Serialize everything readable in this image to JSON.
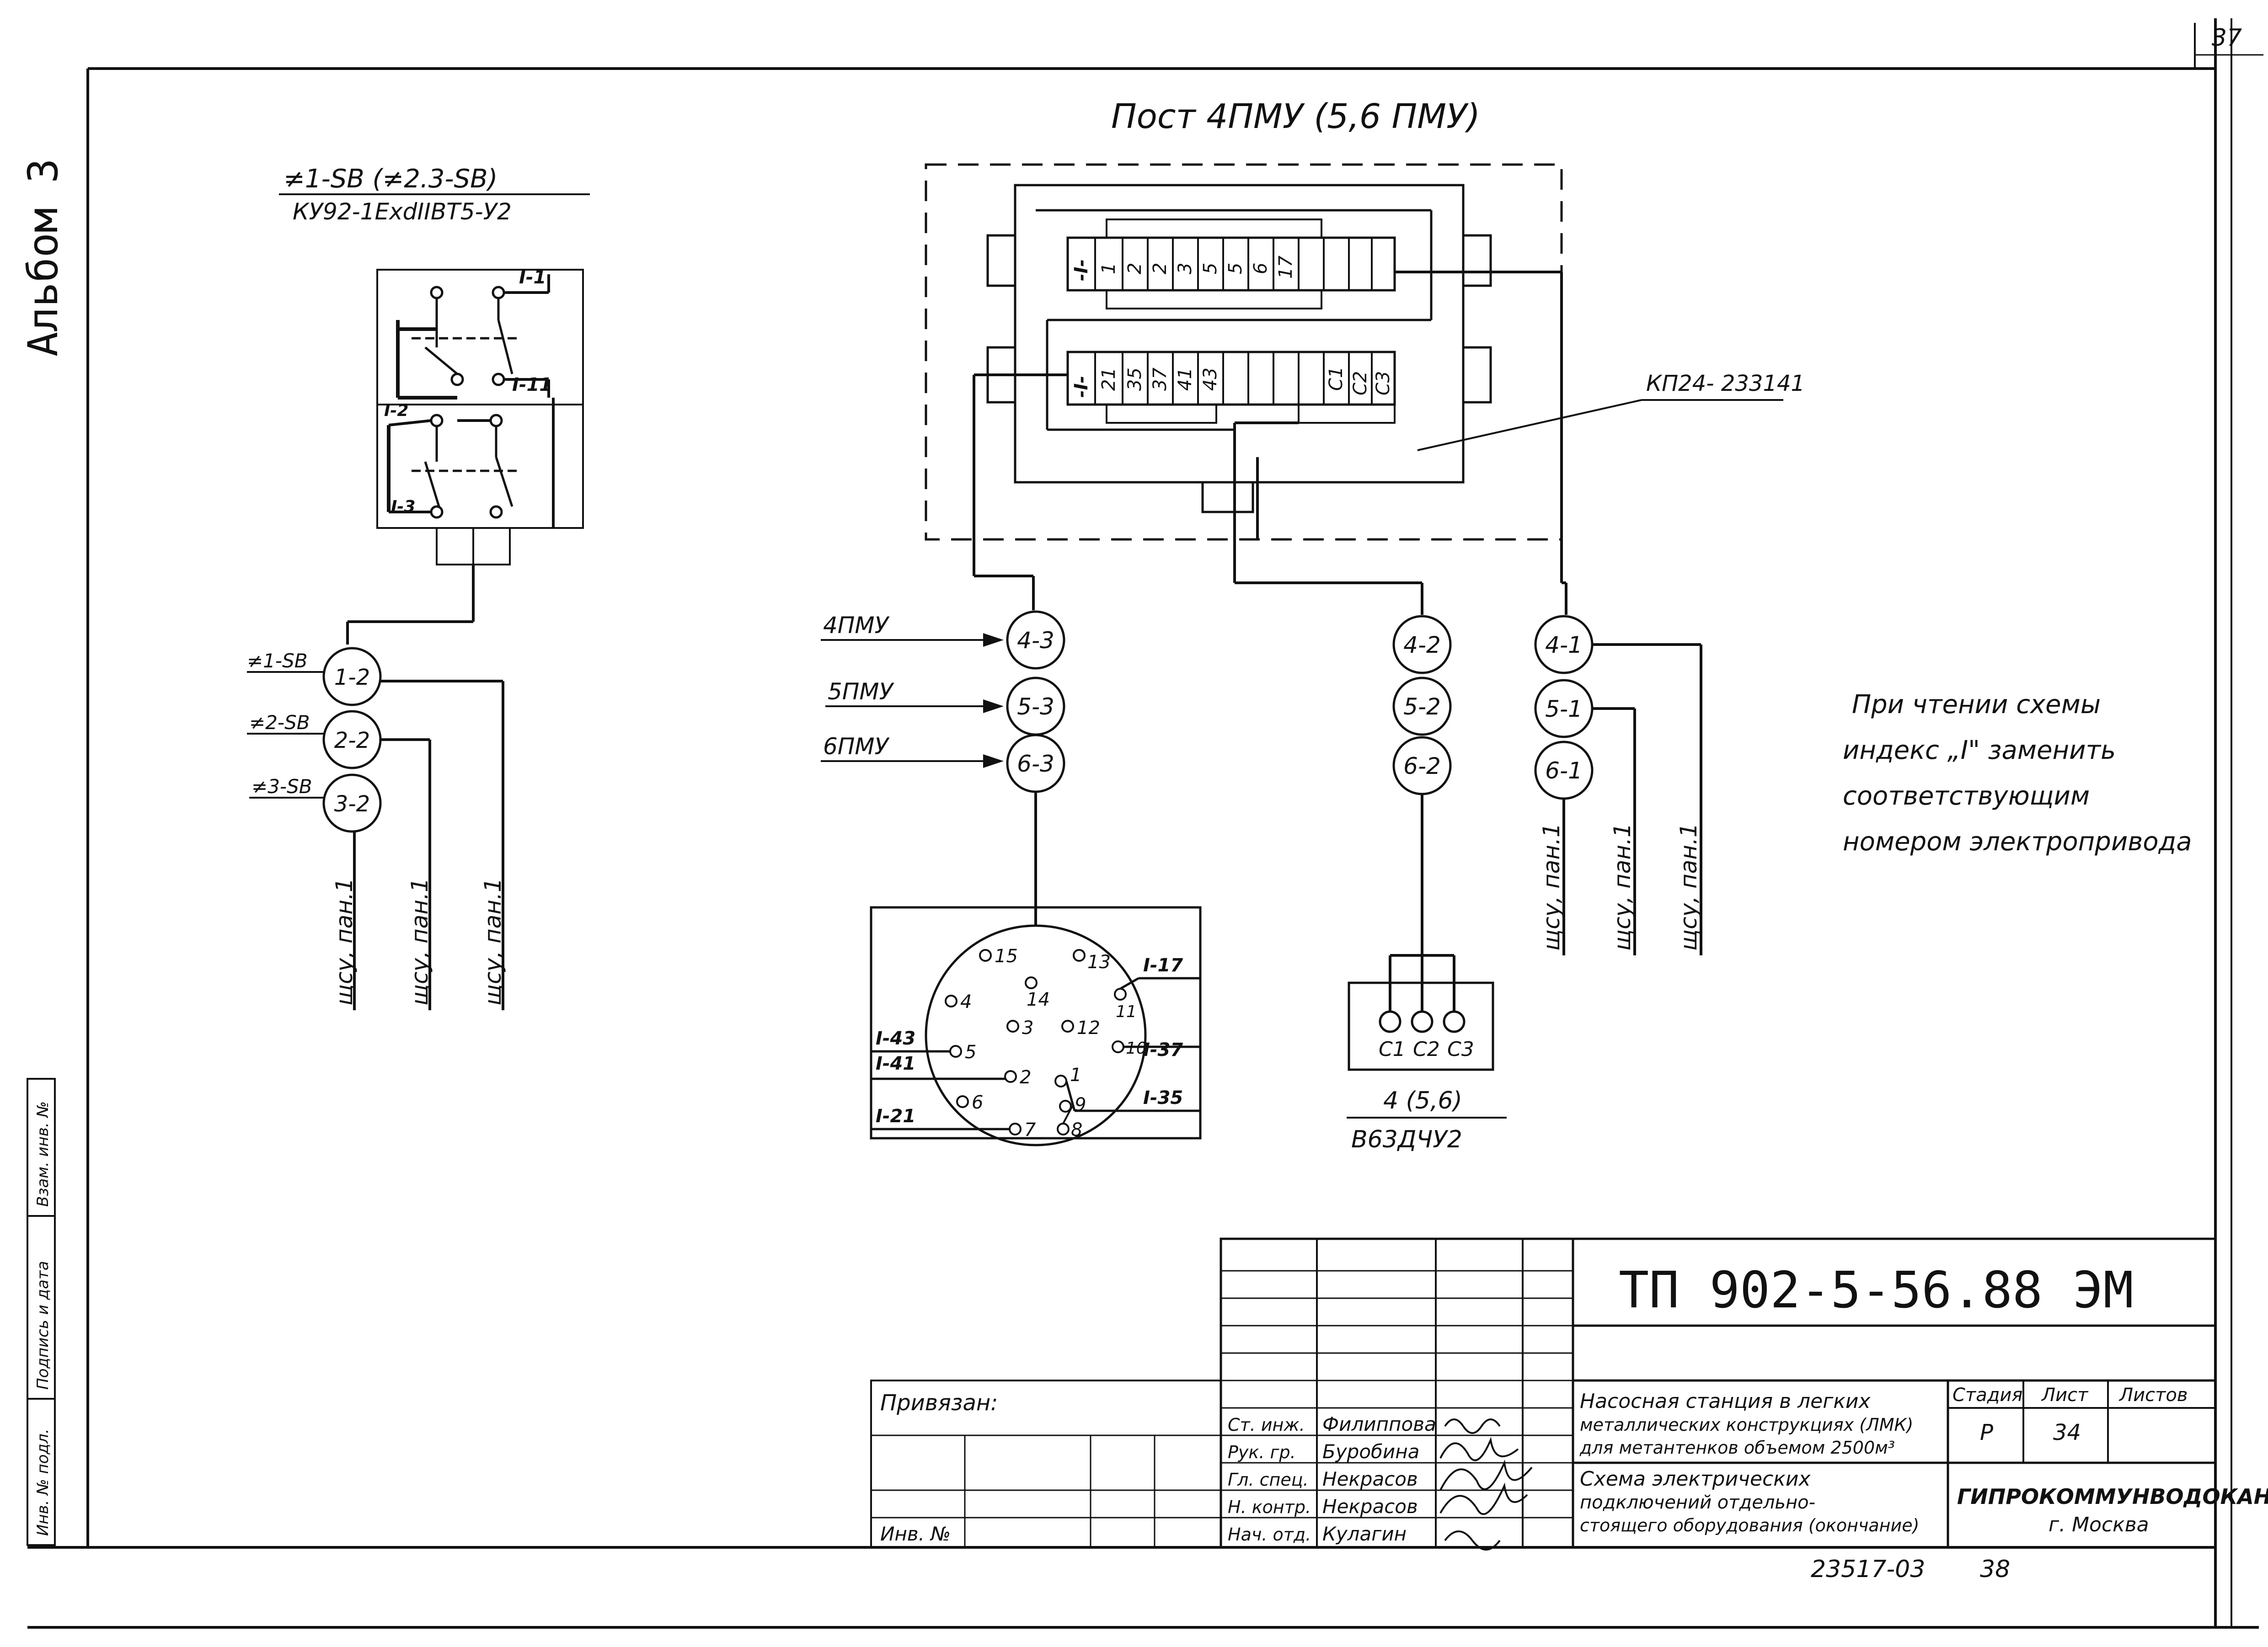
{
  "sheet": {
    "corner_number": "37",
    "album_label": "Альбом 3"
  },
  "left_panel": {
    "title_line1": "≠1-SB (≠2.3-SB)",
    "title_line2": "КУ92-1ExdIIBT5-У2",
    "terminal_labels": [
      "I-1",
      "I-11",
      "I-2",
      "I-3"
    ],
    "pointer_labels": [
      "≠1-SB",
      "≠2-SB",
      "≠3-SB"
    ],
    "circles": [
      "1-2",
      "2-2",
      "3-2"
    ],
    "cables": [
      "щсу, пан.1",
      "щсу, пан.1",
      "щсу, пан.1"
    ]
  },
  "post": {
    "title": "Пост  4ПМУ (5,6 ПМУ)",
    "block_label": "КП24- 233141",
    "top_row": [
      "-I-",
      "1",
      "2",
      "2",
      "3",
      "5",
      "5",
      "6",
      "17",
      "",
      "",
      ""
    ],
    "bottom_row": [
      "-I-",
      "21",
      "35",
      "37",
      "41",
      "43",
      "",
      "",
      "",
      "C1",
      "C2",
      "C3"
    ]
  },
  "middle": {
    "arrow_labels": [
      "4ПМУ",
      "5ПМУ",
      "6ПМУ"
    ],
    "circles_a": [
      "4-3",
      "5-3",
      "6-3"
    ],
    "circles_b": [
      "4-2",
      "5-2",
      "6-2"
    ],
    "circles_c": [
      "4-1",
      "5-1",
      "6-1"
    ],
    "cables_c": [
      "щсу, пан.1",
      "щсу, пан.1",
      "щсу, пан.1"
    ]
  },
  "connector": {
    "pins": [
      "15",
      "13",
      "14",
      "4",
      "11",
      "3",
      "12",
      "5",
      "10",
      "2",
      "1",
      "6",
      "9",
      "7",
      "8"
    ],
    "wires": [
      "I-17",
      "I-43",
      "I-41",
      "I-37",
      "I-35",
      "I-21"
    ]
  },
  "motor": {
    "terminals": [
      "C1",
      "C2",
      "C3"
    ],
    "label_line1": "4 (5,6)",
    "label_line2": "В63ДЧУ2"
  },
  "note": {
    "lines": [
      "При чтении схемы",
      "индекс „I\" заменить",
      "соответствующим",
      "номером электропривода"
    ]
  },
  "title_block": {
    "code": "ТП 902-5-56.88 ЭМ",
    "bound_label": "Привязан:",
    "inv_label": "Инв. №",
    "roles": [
      "Ст. инж.",
      "Рук. гр.",
      "Гл. спец.",
      "Н. контр.",
      "Нач. отд."
    ],
    "names": [
      "Филиппова",
      "Буробина",
      "Некрасов",
      "Некрасов",
      "Кулагин"
    ],
    "project_desc": [
      "Насосная станция в легких",
      "металлических конструкциях (ЛМК)",
      "для метантенков объемом 2500м³"
    ],
    "sheet_desc": [
      "Схема электрических",
      "подключений отдельно-",
      "стоящего оборудования (окончание)"
    ],
    "stage_header": "Стадия",
    "sheet_header": "Лист",
    "sheets_header": "Листов",
    "stage_value": "Р",
    "sheet_value": "34",
    "org_name": "ГИПРОКОММУНВОДОКАНАЛ",
    "org_city": "г. Москва",
    "bottom_num": "23517-03",
    "bottom_page": "38"
  },
  "side_stamp": {
    "fields": [
      "Инв. № подл.",
      "Подпись и дата",
      "Взам. инв. №"
    ]
  }
}
